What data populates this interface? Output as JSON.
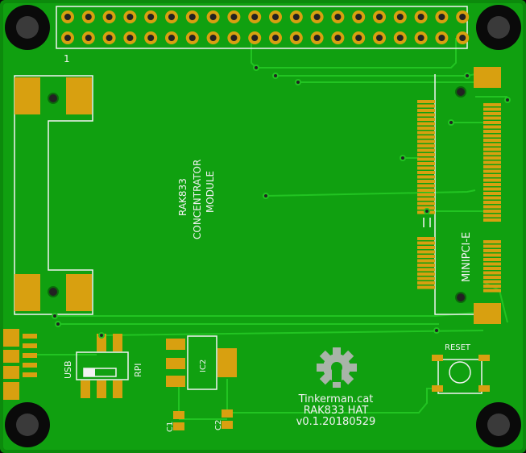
{
  "board": {
    "title": "RAK833 HAT PCB layout",
    "colors": {
      "board": "#0c8a0c",
      "board_edge": "#0a6a0a",
      "copper_fill": "#11a611",
      "trace": "#20c020",
      "pad_gold": "#d8a010",
      "silkscreen": "#f2f2f2",
      "hole": "#222222",
      "mount_ring": "#0a0a0a"
    }
  },
  "header": {
    "pin1_label": "1"
  },
  "module": {
    "line1": "RAK833",
    "line2": "CONCENTRATOR",
    "line3": "MODULE"
  },
  "minipcie": {
    "label": "MINIPCI-E"
  },
  "switch": {
    "left_label": "USB",
    "right_label": "RPI"
  },
  "ic": {
    "label": "IC2"
  },
  "capacitors": {
    "c1": "C1",
    "c2": "C2"
  },
  "reset": {
    "label": "RESET"
  },
  "credits": {
    "line1": "Tinkerman.cat",
    "line2": "RAK833 HAT",
    "line3": "v0.1.20180529"
  }
}
